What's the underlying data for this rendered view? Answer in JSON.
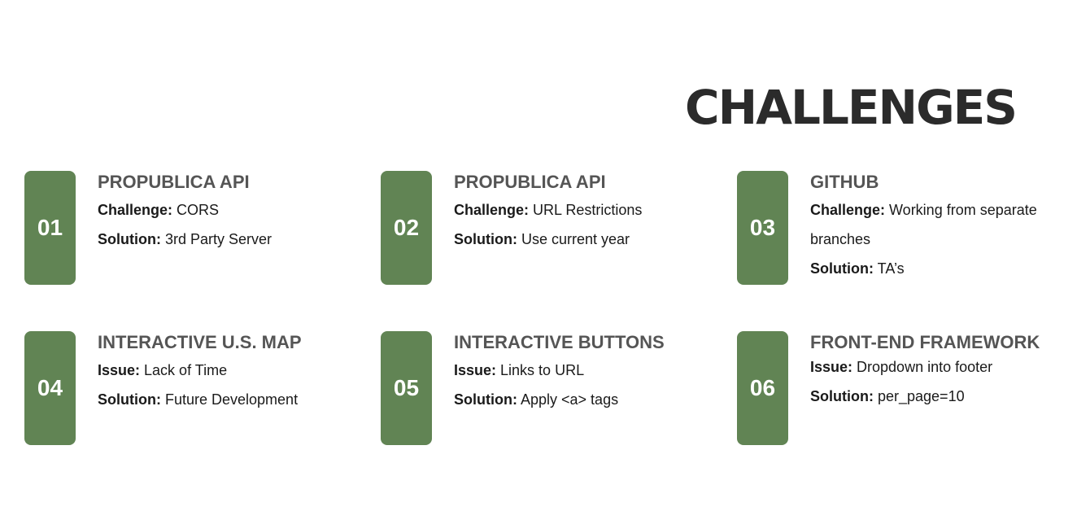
{
  "title": "CHALLENGES",
  "accent_color": "#618454",
  "cards": [
    {
      "number": "01",
      "heading": "PROPUBLICA API",
      "line1_label": "Challenge:",
      "line1_value": " CORS",
      "line2_label": "Solution:",
      "line2_value": " 3rd Party Server"
    },
    {
      "number": "02",
      "heading": "PROPUBLICA API",
      "line1_label": "Challenge:",
      "line1_value": " URL Restrictions",
      "line2_label": "Solution:",
      "line2_value": " Use current year"
    },
    {
      "number": "03",
      "heading": "GITHUB",
      "line1_label": "Challenge:",
      "line1_value": " Working from separate branches",
      "line2_label": "Solution:",
      "line2_value": " TA’s"
    },
    {
      "number": "04",
      "heading": "INTERACTIVE U.S. MAP",
      "line1_label": "Issue:",
      "line1_value": " Lack of Time",
      "line2_label": "Solution:",
      "line2_value": " Future Development"
    },
    {
      "number": "05",
      "heading": "INTERACTIVE BUTTONS",
      "line1_label": "Issue:",
      "line1_value": " Links to URL",
      "line2_label": "Solution:",
      "line2_value": " Apply <a> tags"
    },
    {
      "number": "06",
      "heading": "FRONT-END FRAMEWORK",
      "line1_label": "Issue:",
      "line1_value": " Dropdown into footer",
      "line2_label": "Solution:",
      "line2_value": " per_page=10"
    }
  ]
}
